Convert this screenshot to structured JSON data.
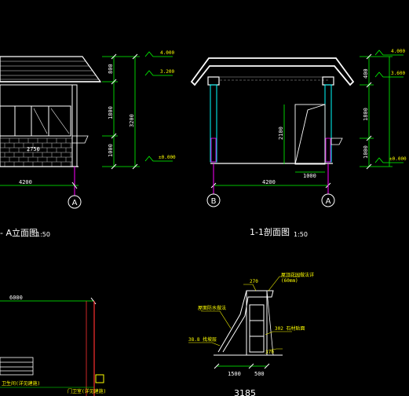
{
  "view_a": {
    "title": "- A立面图",
    "scale": "1:50",
    "overall": "4200",
    "inner": "2750",
    "win_h": "1800",
    "base_h": "1000",
    "roof_h": "800",
    "total_h": "3200",
    "axis": "A",
    "elev_top": "4.000",
    "elev_mid": "3.200",
    "elev_ground": "±0.000"
  },
  "view_s": {
    "title": "1-1剖面图",
    "scale": "1:50",
    "overall": "4200",
    "door_w": "1000",
    "door_h": "2100",
    "roof_h": "400",
    "total_h": "1800",
    "base_h": "1000",
    "axis_left": "B",
    "axis_right": "A",
    "elev_top": "4.000",
    "elev_mid": "3.600",
    "elev_ground": "±0.000"
  },
  "view_p": {
    "dim": "6000",
    "label": "门卫室(详见建施)",
    "note_start": "卫生间(详见建施)"
  },
  "view_d": {
    "w1": "1500",
    "w2": "500",
    "title": "3185",
    "n_top": "270",
    "n1": "屋顶花园做法详",
    "n2": "(60mm)",
    "n_left": "屋面防水做法",
    "n_mid": "302  石材贴面",
    "n_low": "38.8  找坡层",
    "n_bot": "370"
  },
  "colors": {
    "line": "#ffffff",
    "dim": "#00ff00",
    "axis": "#ff00ff",
    "column": "#00ffff",
    "accent": "#ffff00",
    "red": "#ff3030"
  }
}
